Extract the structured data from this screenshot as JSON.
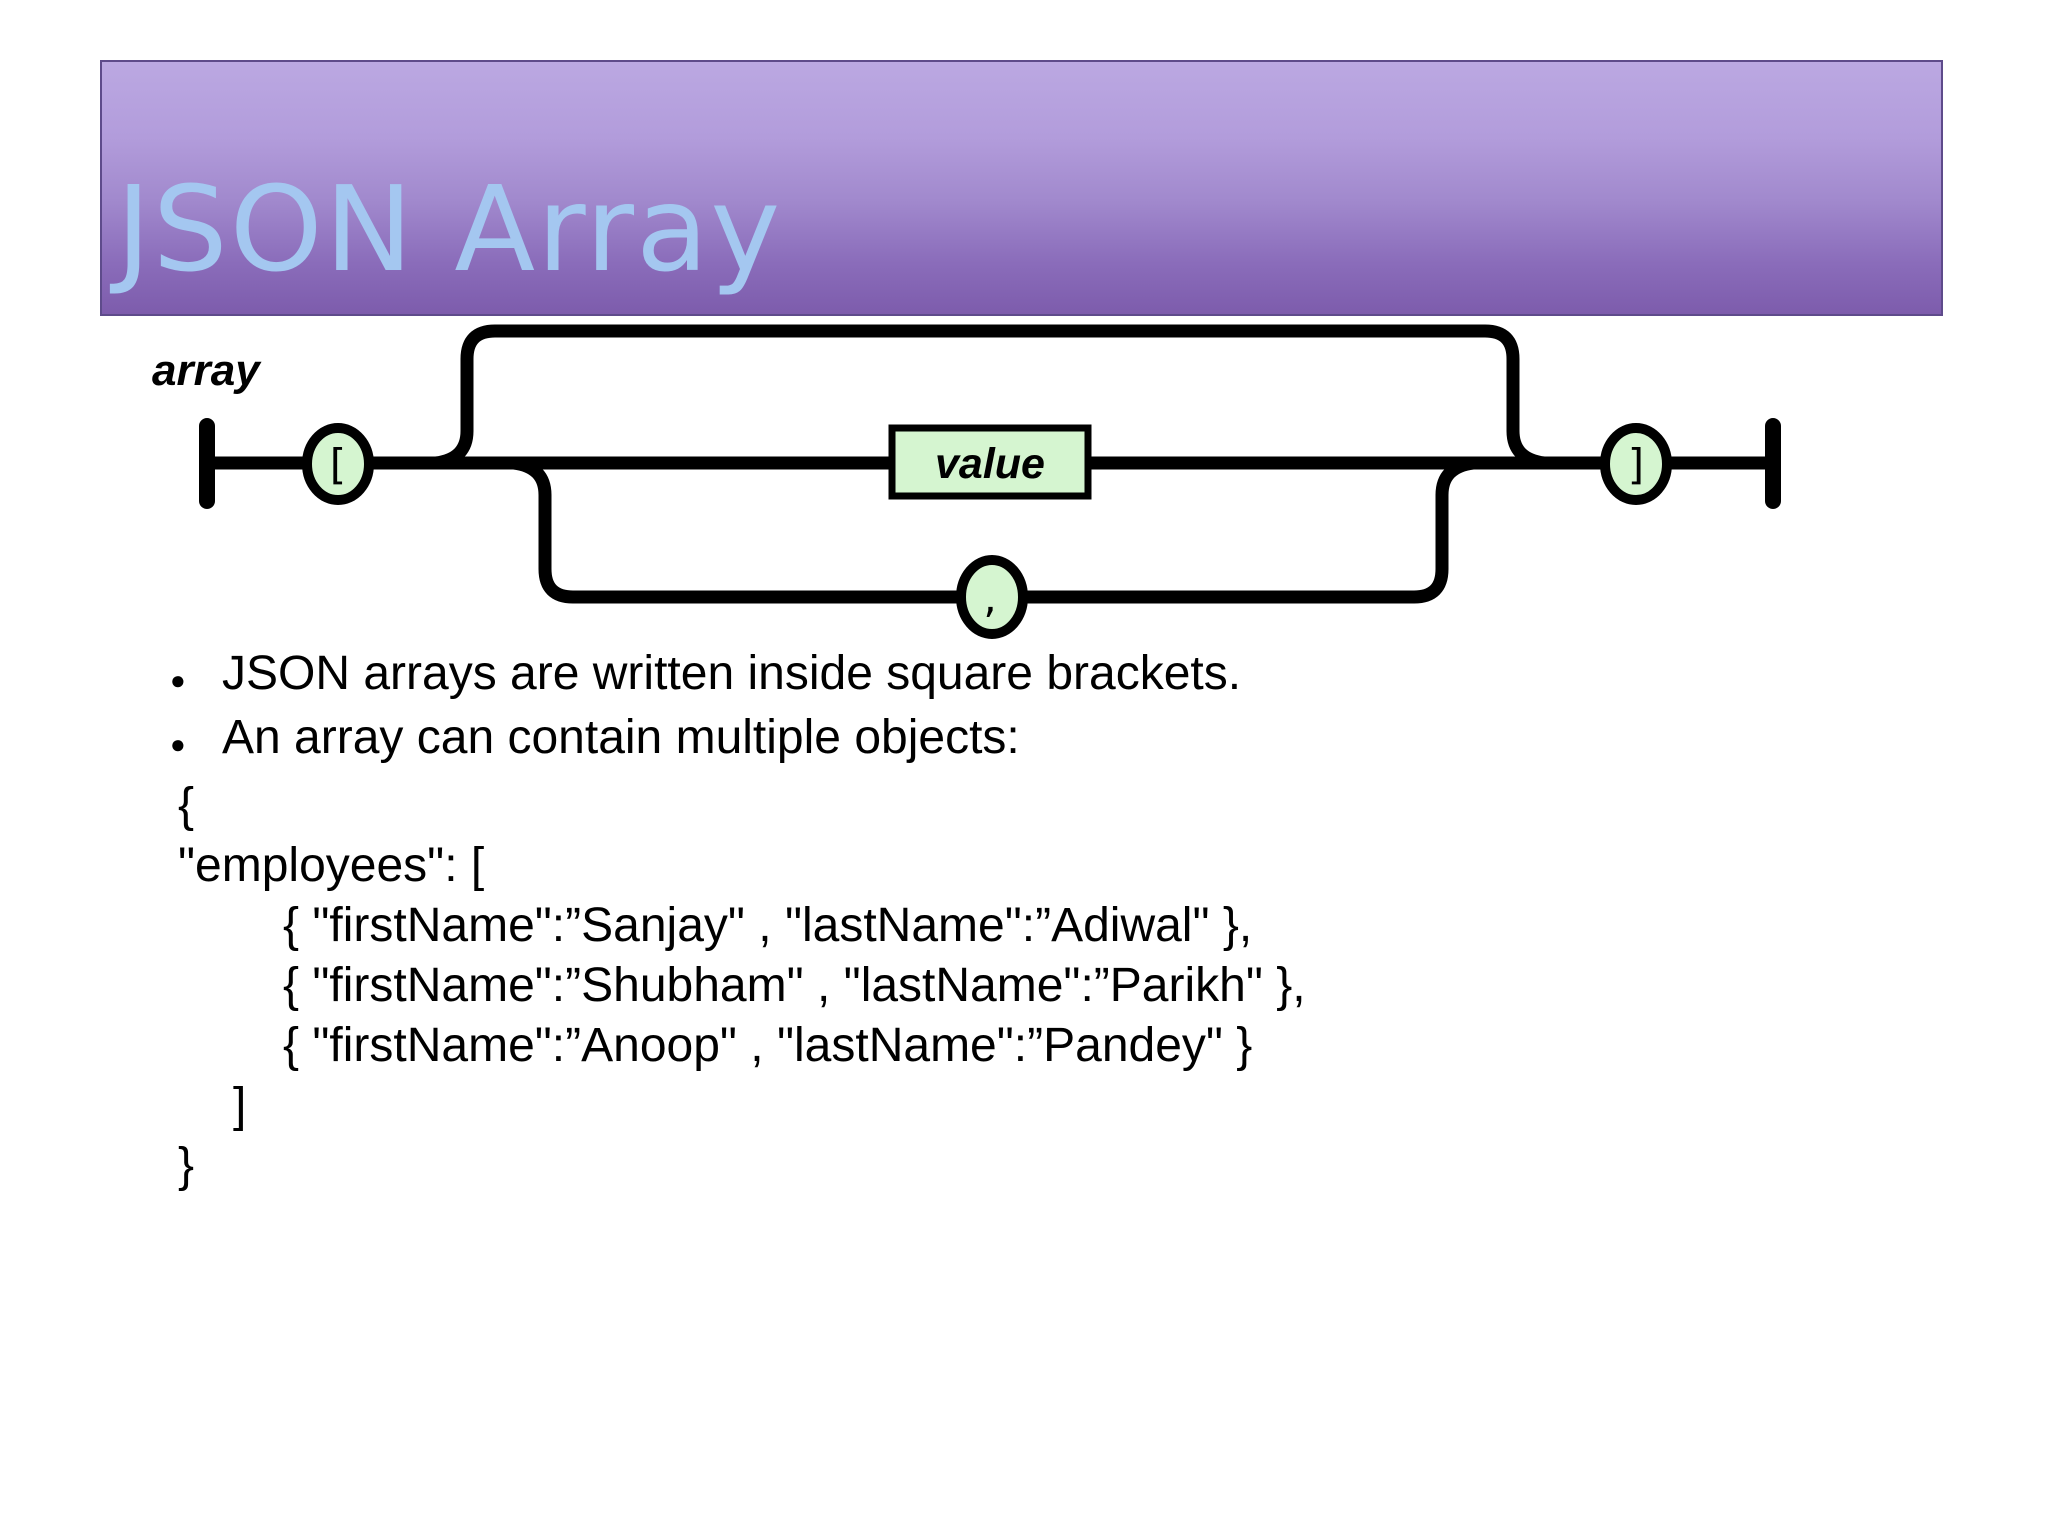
{
  "slide": {
    "title": "JSON Array",
    "colors": {
      "banner_gradient_top": "#bba8e2",
      "banner_gradient_bottom": "#7d5cac",
      "banner_border": "#5e4b8b",
      "title_text": "#a4c7f0",
      "diagram_node_fill": "#d5f5d0",
      "diagram_line": "#000000",
      "body_text": "#000000"
    }
  },
  "diagram": {
    "label": "array",
    "nodes": {
      "open_bracket": "[",
      "value": "value",
      "comma": ",",
      "close_bracket": "]"
    }
  },
  "bullets": [
    {
      "marker": "●",
      "text": "JSON arrays are written inside square brackets."
    },
    {
      "marker": "●",
      "text": "An array can contain multiple objects:"
    }
  ],
  "code": {
    "lines": [
      {
        "text": "{"
      },
      {
        "text": "\"employees\": ["
      },
      {
        "text": "{ \"firstName\":”Sanjay\" , \"lastName\":”Adiwal\" },"
      },
      {
        "text": "{ \"firstName\":”Shubham\" , \"lastName\":”Parikh\" },"
      },
      {
        "text": "{ \"firstName\":”Anoop\" , \"lastName\":”Pandey\" }"
      },
      {
        "text": "]"
      },
      {
        "text": "}"
      }
    ]
  }
}
